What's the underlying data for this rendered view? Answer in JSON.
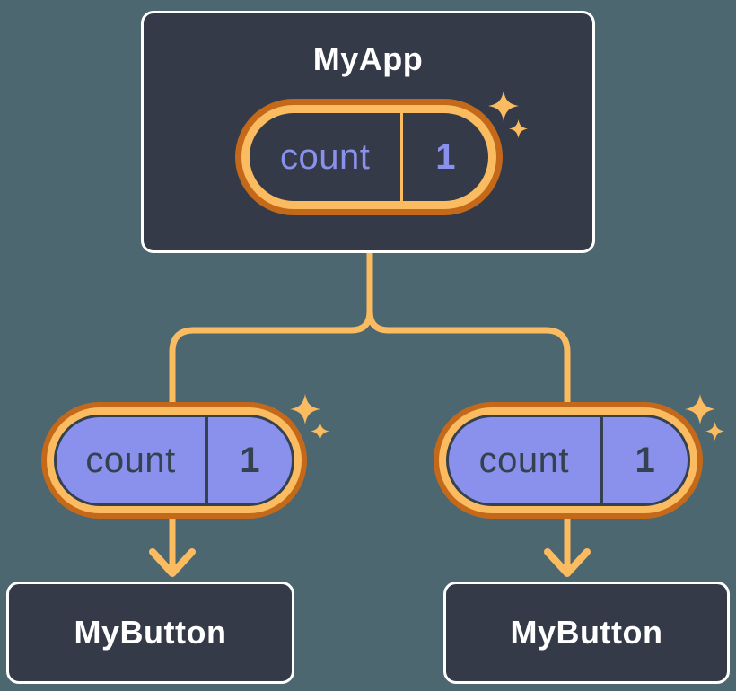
{
  "canvas": {
    "background": "#4D6770"
  },
  "colors": {
    "bg": "#4D6770",
    "card": "#343A47",
    "card_border": "#FFFFFF",
    "text_light": "#FFFFFF",
    "periwinkle": "#8A91EC",
    "slate": "#35414E",
    "orange_dark": "#C4691A",
    "orange_light": "#FABB61"
  },
  "icons": {
    "sparkle": "four-point-star",
    "arrow": "arrow-down"
  },
  "diagram": {
    "root": {
      "title": "MyApp",
      "pill": {
        "label": "count",
        "value": "1",
        "variant": "state"
      }
    },
    "children": [
      {
        "title": "MyButton",
        "pill": {
          "label": "count",
          "value": "1",
          "variant": "prop"
        }
      },
      {
        "title": "MyButton",
        "pill": {
          "label": "count",
          "value": "1",
          "variant": "prop"
        }
      }
    ]
  }
}
